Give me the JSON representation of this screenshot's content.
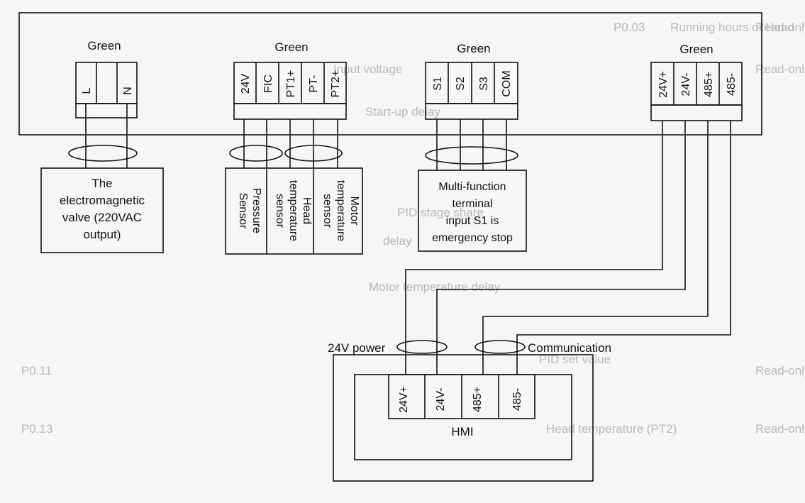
{
  "background_ghost_text": {
    "row1_code": "P0.03",
    "row1_text": "Running hours of Head",
    "row1_right": "Read-only",
    "row2_text": "Input voltage",
    "row2_right": "Read-only",
    "mid1": "Start-up delay",
    "mid2": "PID stage share",
    "mid3": "delay",
    "mid4": "Motor temperature delay",
    "row3_code": "P0.11",
    "row3_text": "PID set value",
    "row3_right": "Read-only",
    "row4_code": "P0.13",
    "row4_text": "Head temperature (PT2)",
    "row4_right": "Read-only"
  },
  "connectors": {
    "c1": {
      "color_label": "Green",
      "pins": [
        "L",
        "",
        "N"
      ]
    },
    "c2": {
      "color_label": "Green",
      "pins": [
        "24V",
        "FIC",
        "PT1+",
        "PT-",
        "PT2+"
      ]
    },
    "c3": {
      "color_label": "Green",
      "pins": [
        "S1",
        "S2",
        "S3",
        "COM"
      ]
    },
    "c4": {
      "color_label": "Green",
      "pins": [
        "24V+",
        "24V-",
        "485+",
        "485-"
      ]
    }
  },
  "devices": {
    "valve": {
      "lines": [
        "The",
        "electromagnetic",
        "valve (220VAC",
        "output)"
      ]
    },
    "pressure_sensor": {
      "lines": [
        "Pressure",
        "Sensor"
      ]
    },
    "head_temp_sensor": {
      "lines": [
        "Head",
        "temperature",
        "sensor"
      ]
    },
    "motor_temp_sensor": {
      "lines": [
        "Motor",
        "temperature",
        "sensor"
      ]
    },
    "multifunction": {
      "lines": [
        "Multi-function",
        "terminal",
        "input S1 is",
        "emergency stop"
      ]
    }
  },
  "cable_labels": {
    "power": "24V power",
    "communication": "Communication"
  },
  "hmi": {
    "pins": [
      "24V+",
      "24V-",
      "485+",
      "485-"
    ],
    "label": "HMI"
  },
  "colors": {
    "line": "#111111",
    "background": "#f6f6f4",
    "ghost_text": "#b9b9b6"
  }
}
